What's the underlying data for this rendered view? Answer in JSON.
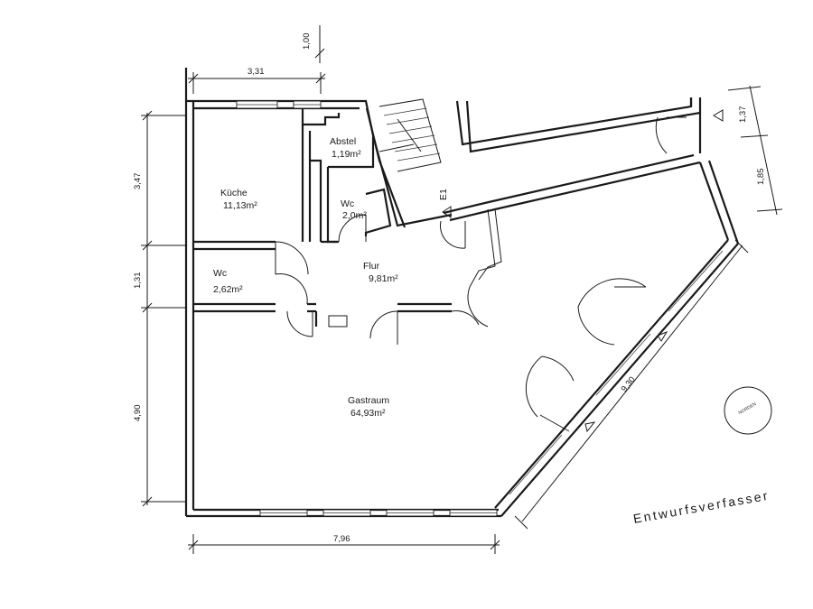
{
  "rooms": [
    {
      "name": "Küche",
      "area": "11,13m²"
    },
    {
      "name": "Abstel",
      "area": "1,19m²"
    },
    {
      "name": "Wc",
      "area": "2,0m²"
    },
    {
      "name": "Wc",
      "area": "2,62m²"
    },
    {
      "name": "Flur",
      "area": "9,81m²"
    },
    {
      "name": "Gastraum",
      "area": "64,93m²"
    }
  ],
  "dimensions": {
    "top_width": "3,31",
    "top_offset": "1,00",
    "left_upper": "3,47",
    "left_middle": "1,31",
    "left_lower": "4,90",
    "bottom_width": "7,96",
    "diagonal": "9,30",
    "right_upper": "1,37",
    "right_lower": "1,85"
  },
  "stair_label": "E1",
  "north_label": "NORDEN",
  "credit": "Entwurfsverfasser"
}
